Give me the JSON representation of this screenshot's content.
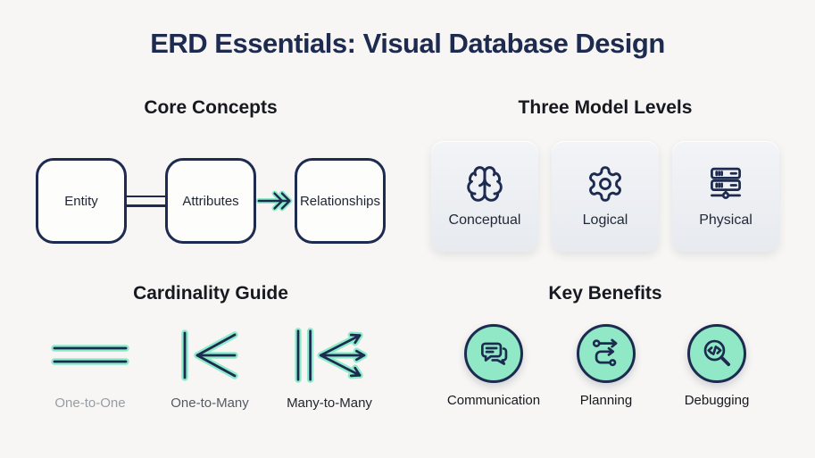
{
  "title": "ERD Essentials: Visual Database Design",
  "core_concepts": {
    "heading": "Core Concepts",
    "nodes": [
      {
        "label": "Entity"
      },
      {
        "label": "Attributes"
      },
      {
        "label": "Relationships"
      }
    ],
    "connectors": [
      "double-line",
      "double-chevron-arrow"
    ]
  },
  "model_levels": {
    "heading": "Three Model Levels",
    "cards": [
      {
        "label": "Conceptual",
        "icon": "brain-icon"
      },
      {
        "label": "Logical",
        "icon": "gear-icon"
      },
      {
        "label": "Physical",
        "icon": "server-icon"
      }
    ]
  },
  "cardinality": {
    "heading": "Cardinality Guide",
    "items": [
      {
        "label": "One-to-One",
        "symbol": "double-line-symbol"
      },
      {
        "label": "One-to-Many",
        "symbol": "crow-foot-symbol"
      },
      {
        "label": "Many-to-Many",
        "symbol": "crow-foot-arrows-symbol"
      }
    ]
  },
  "benefits": {
    "heading": "Key Benefits",
    "items": [
      {
        "label": "Communication",
        "icon": "chat-bubbles-icon"
      },
      {
        "label": "Planning",
        "icon": "route-icon"
      },
      {
        "label": "Debugging",
        "icon": "code-search-icon"
      }
    ]
  },
  "colors": {
    "background": "#f7f6f4",
    "navy": "#1d2b50",
    "mint": "#8debc9",
    "mint_fill": "#90e8c7",
    "heading_dark": "#16191f",
    "label_gray_light": "#989da4",
    "label_gray_mid": "#555b64",
    "label_dark": "#22262d",
    "card_top": "#f2f4f7",
    "card_bottom": "#e7eaef",
    "node_bg": "#fdfdfc",
    "node_label": "#1f2533",
    "card_label": "#232937",
    "benefit_label": "#15181e"
  }
}
